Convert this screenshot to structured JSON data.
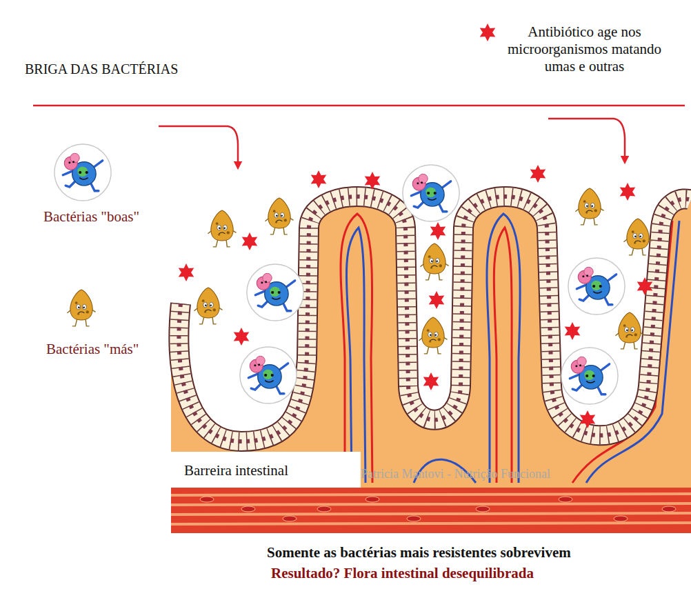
{
  "diagram": {
    "title": "BRIGA DAS BACTÉRIAS",
    "labels": [
      "Barreira intestinal",
      "Patricia Mantovi - Nutrição Funcional",
      "Somente as bactérias mais resistentes sobrevivem",
      "Resultado? Flora intestinal desequilibrada"
    ],
    "legend": [
      {
        "text": "Antibiótico age nos microorganismos matando umas e outras"
      },
      {
        "text": "Bactérias \"boas\""
      },
      {
        "text": "Bactérias \"más\""
      }
    ]
  }
}
